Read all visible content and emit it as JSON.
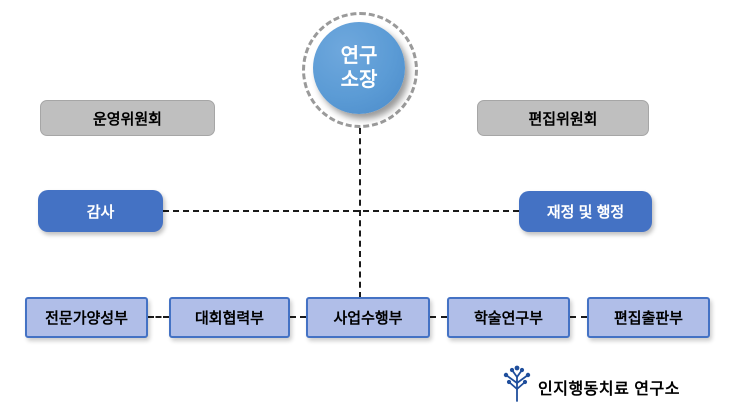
{
  "director": {
    "line1": "연구",
    "line2": "소장"
  },
  "committees": {
    "left": {
      "label": "운영위원회"
    },
    "right": {
      "label": "편집위원회"
    }
  },
  "mid_row": {
    "left": {
      "label": "감사"
    },
    "right": {
      "label": "재정 및 행정"
    }
  },
  "departments": [
    {
      "label": "전문가양성부"
    },
    {
      "label": "대회협력부"
    },
    {
      "label": "사업수행부"
    },
    {
      "label": "학술연구부"
    },
    {
      "label": "편집출판부"
    }
  ],
  "footer": {
    "logo_icon": "tree-icon",
    "logo_text": "인지행동치료 연구소"
  },
  "colors": {
    "primary_blue": "#4472C4",
    "circle_blue": "#5B9BD5",
    "dept_fill": "#B0BEE8",
    "gray_fill": "#BFBFBF",
    "dash_line": "#1A1A1A",
    "logo_blue": "#1F4E9C"
  }
}
